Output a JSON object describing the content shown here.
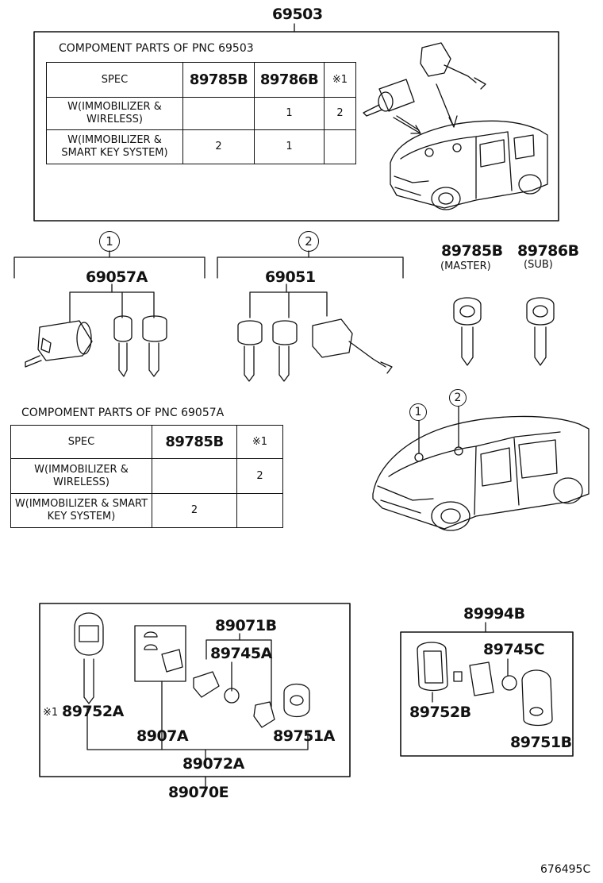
{
  "header_part": "69503",
  "top_box": {
    "caption": "COMPOMENT PARTS OF PNC 69503",
    "table": {
      "headers": [
        "SPEC",
        "89785B",
        "89786B",
        "※1"
      ],
      "rows": [
        [
          "W(IMMOBILIZER & WIRELESS)",
          "",
          "1",
          "2"
        ],
        [
          "W(IMMOBILIZER & SMART KEY SYSTEM)",
          "2",
          "1",
          ""
        ]
      ]
    }
  },
  "group1": {
    "marker": "1",
    "part": "69057A"
  },
  "group2": {
    "marker": "2",
    "part": "69051"
  },
  "keys": {
    "master": {
      "part": "89785B",
      "label": "(MASTER)"
    },
    "sub": {
      "part": "89786B",
      "label": "(SUB)"
    }
  },
  "middle": {
    "caption": "COMPOMENT PARTS OF PNC 69057A",
    "table": {
      "headers": [
        "SPEC",
        "89785B",
        "※1"
      ],
      "rows": [
        [
          "W(IMMOBILIZER & WIRELESS)",
          "",
          "2"
        ],
        [
          "W(IMMOBILIZER & SMART KEY SYSTEM)",
          "2",
          ""
        ]
      ]
    },
    "car_markers": [
      "1",
      "2"
    ]
  },
  "bottom_left": {
    "parts": [
      "89071B",
      "89745A",
      "※1",
      "89752A",
      "8907A",
      "89751A",
      "89072A"
    ],
    "assembly": "89070E"
  },
  "bottom_right": {
    "assembly": "89994B",
    "parts": [
      "89745C",
      "89752B",
      "89751B"
    ]
  },
  "footer_code": "676495C"
}
